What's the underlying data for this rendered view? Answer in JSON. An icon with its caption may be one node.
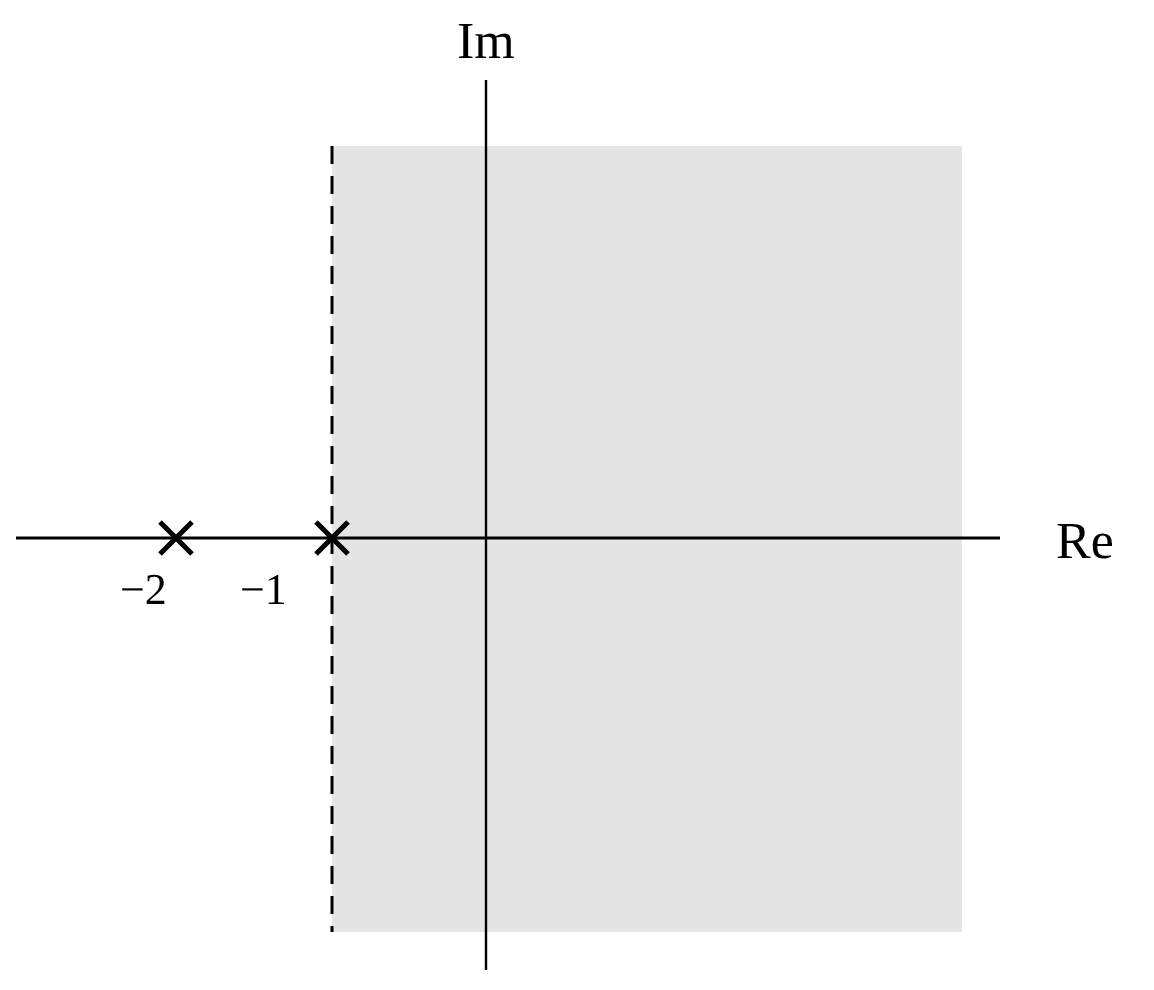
{
  "diagram": {
    "labels": [
      "Im",
      "Re",
      "−2",
      "−1"
    ]
  }
}
